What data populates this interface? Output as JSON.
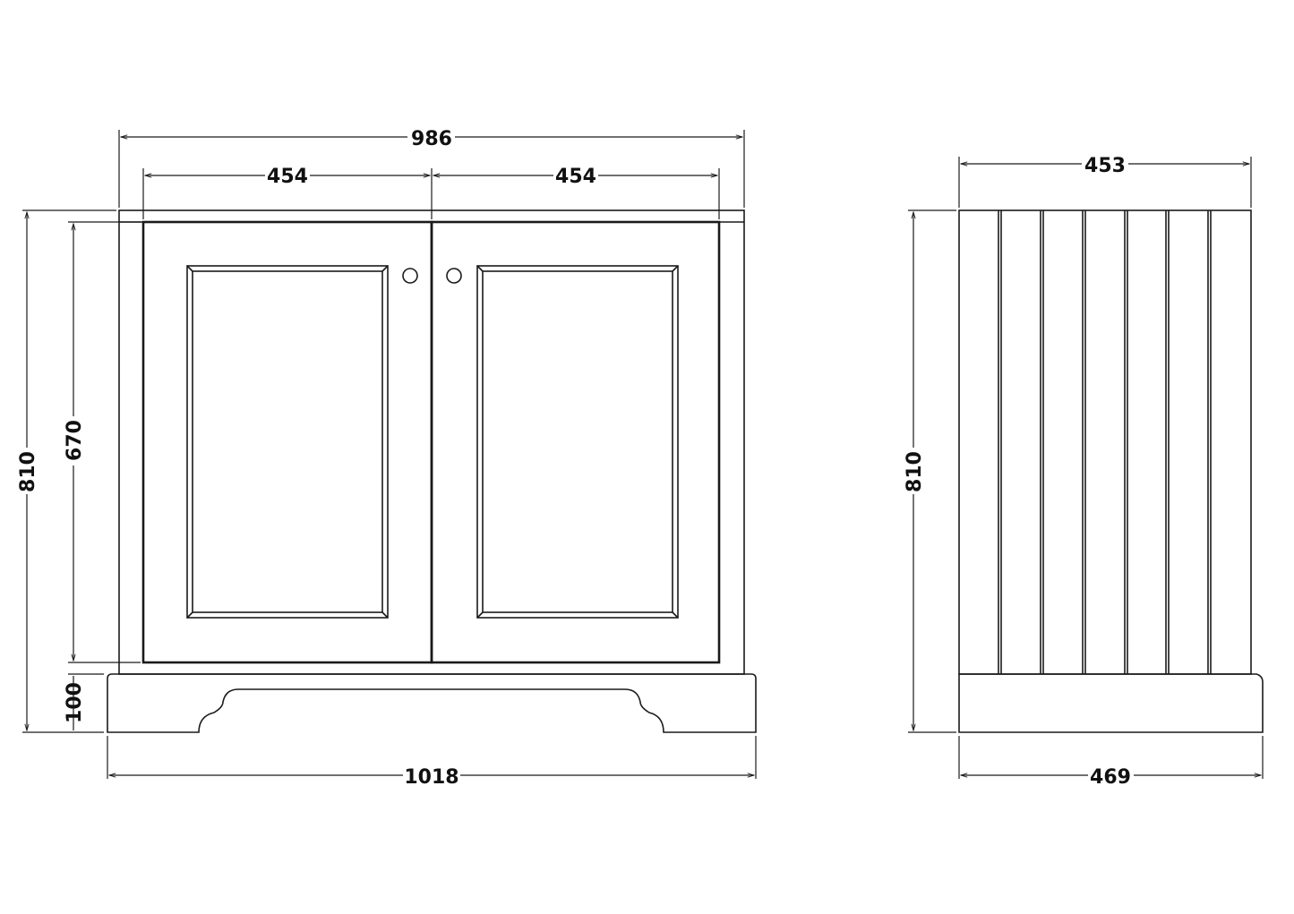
{
  "front_view": {
    "dimensions": {
      "carcass_width": "986",
      "door_left_width": "454",
      "door_right_width": "454",
      "overall_height": "810",
      "door_height": "670",
      "plinth_height": "100",
      "plinth_width": "1018"
    }
  },
  "side_view": {
    "dimensions": {
      "carcass_depth": "453",
      "overall_height": "810",
      "plinth_depth": "469"
    }
  },
  "colors": {
    "line": "#1a1a1a",
    "background": "#ffffff"
  }
}
